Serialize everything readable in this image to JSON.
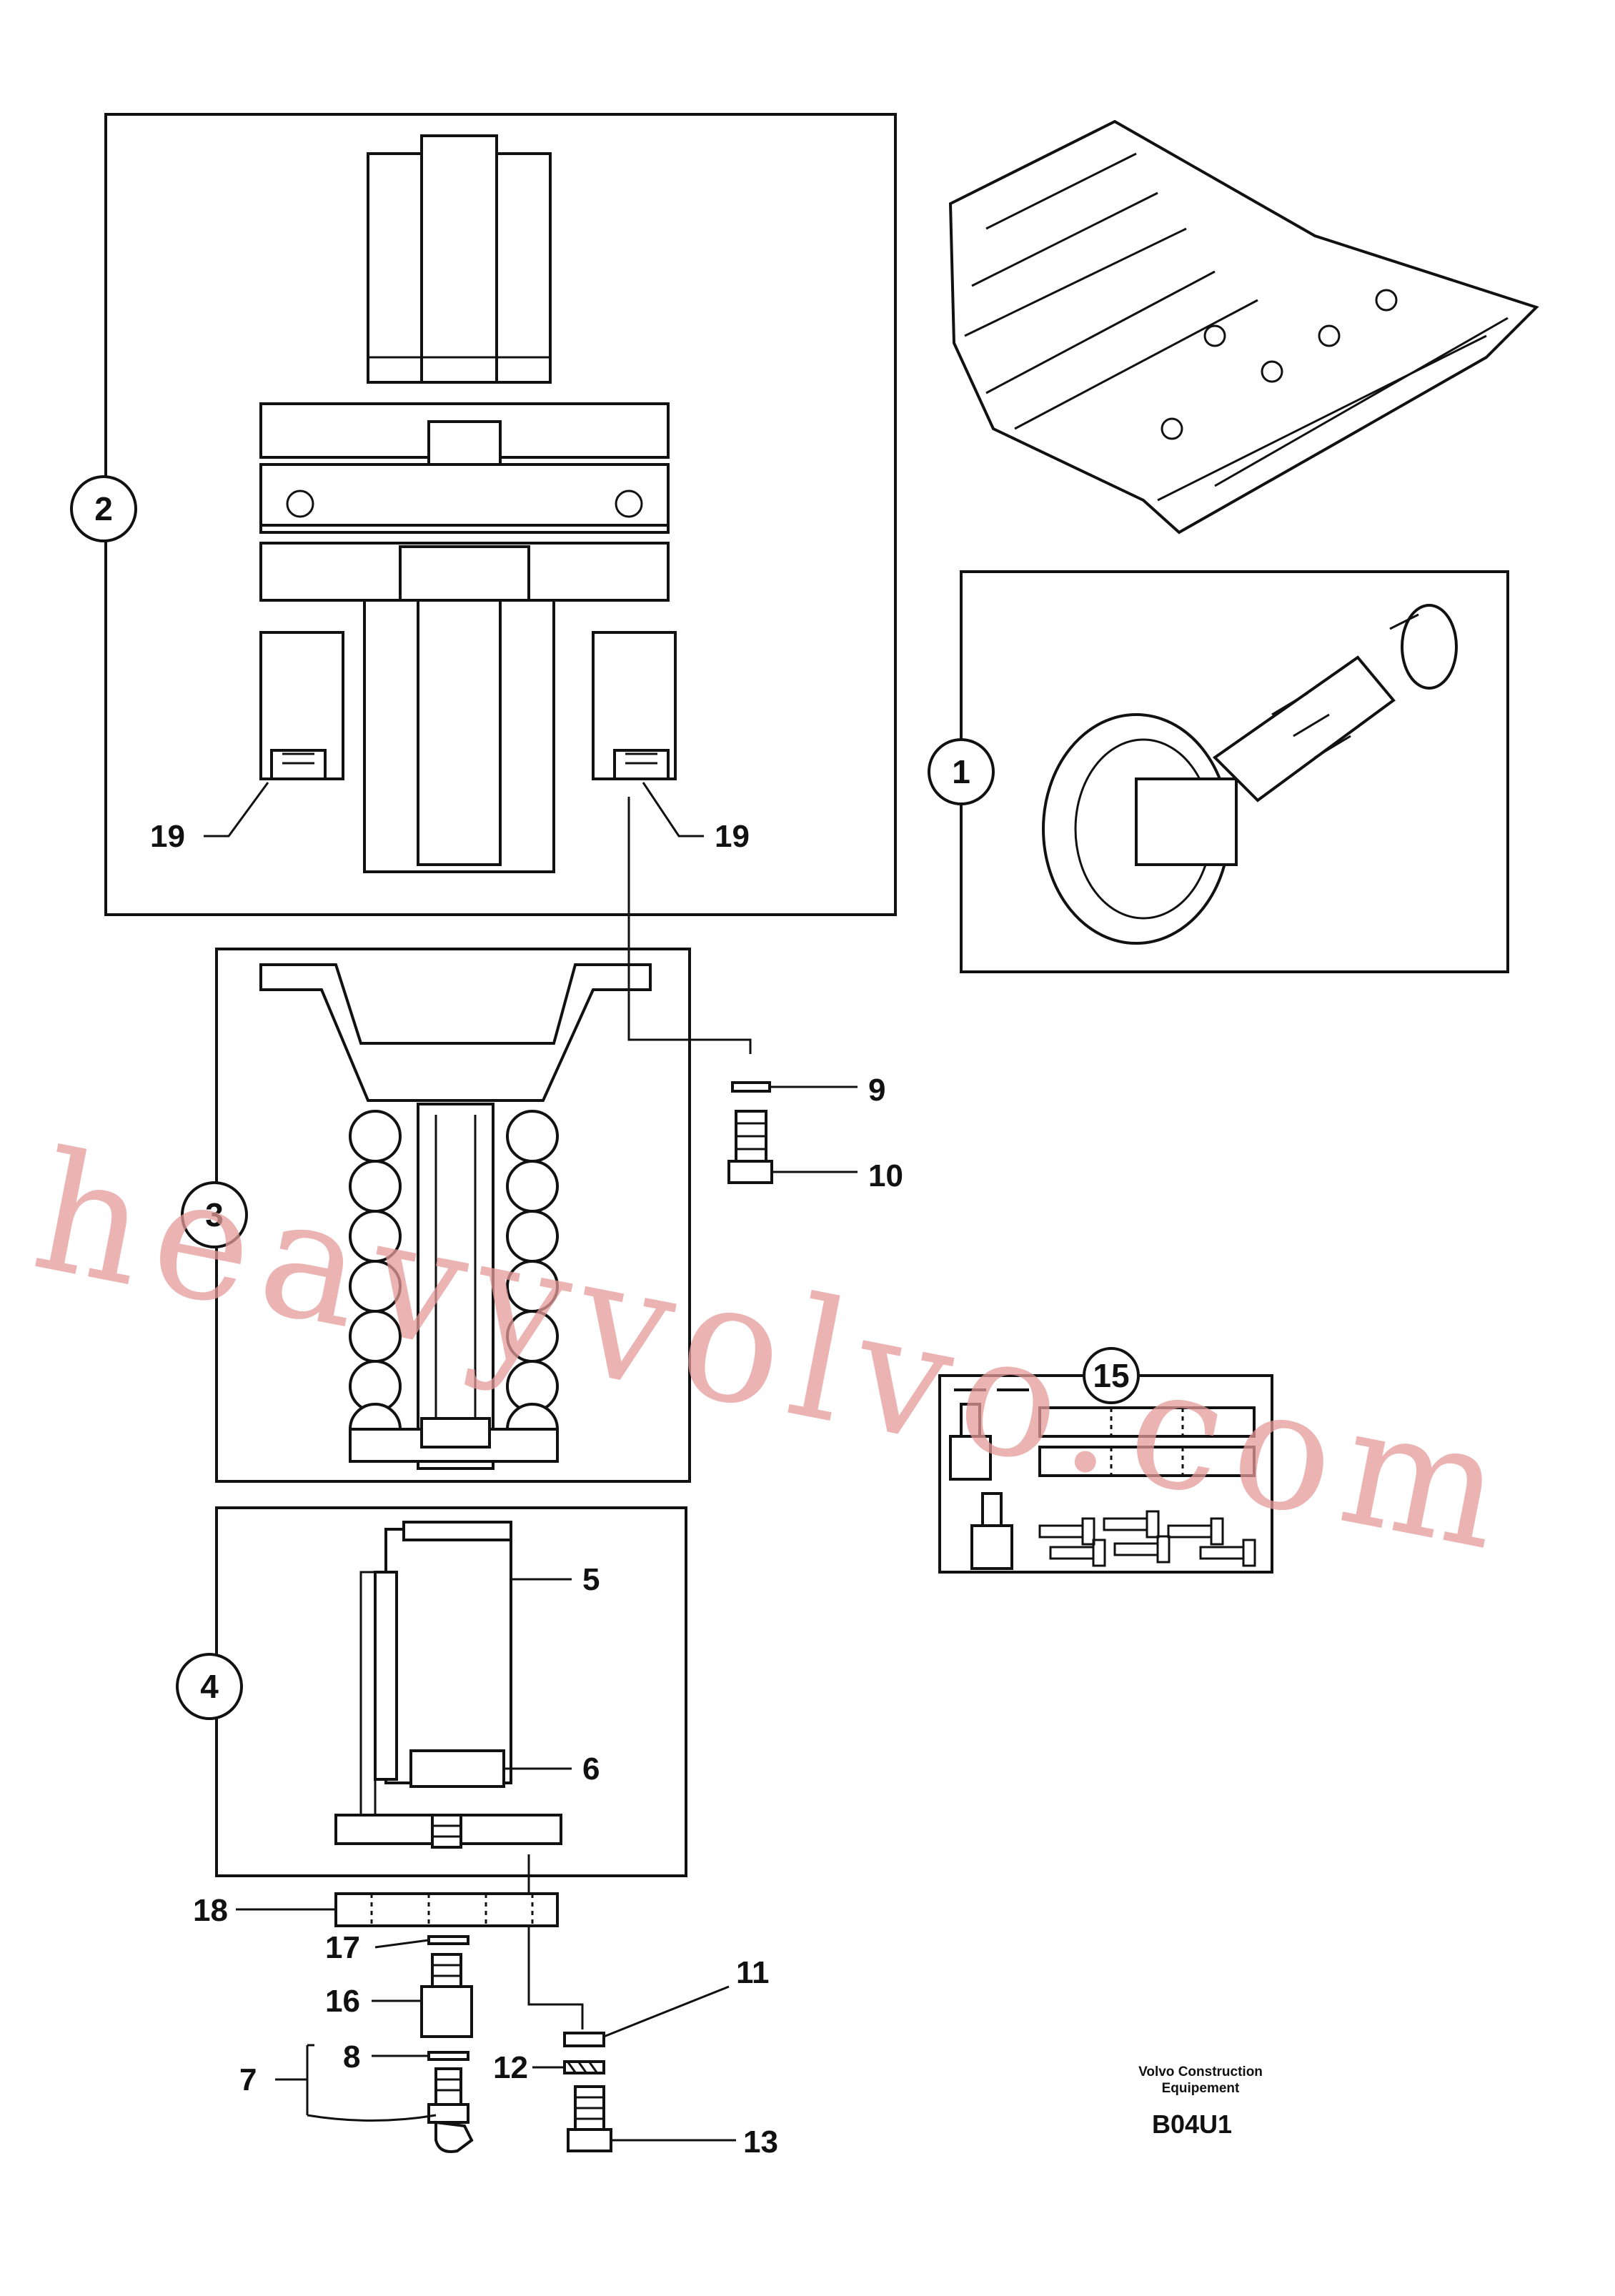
{
  "callouts": {
    "c1": "1",
    "c2": "2",
    "c3": "3",
    "c4": "4",
    "c15": "15"
  },
  "labels": {
    "l5": "5",
    "l6": "6",
    "l7": "7",
    "l8": "8",
    "l9": "9",
    "l10": "10",
    "l11": "11",
    "l12": "12",
    "l13": "13",
    "l16": "16",
    "l17": "17",
    "l18": "18",
    "l19_left": "19",
    "l19_right": "19"
  },
  "footer": {
    "maker_line1": "Volvo Construction",
    "maker_line2": "Equipement",
    "diagram_code": "B04U1"
  },
  "watermark": "heavyvolvo.com"
}
